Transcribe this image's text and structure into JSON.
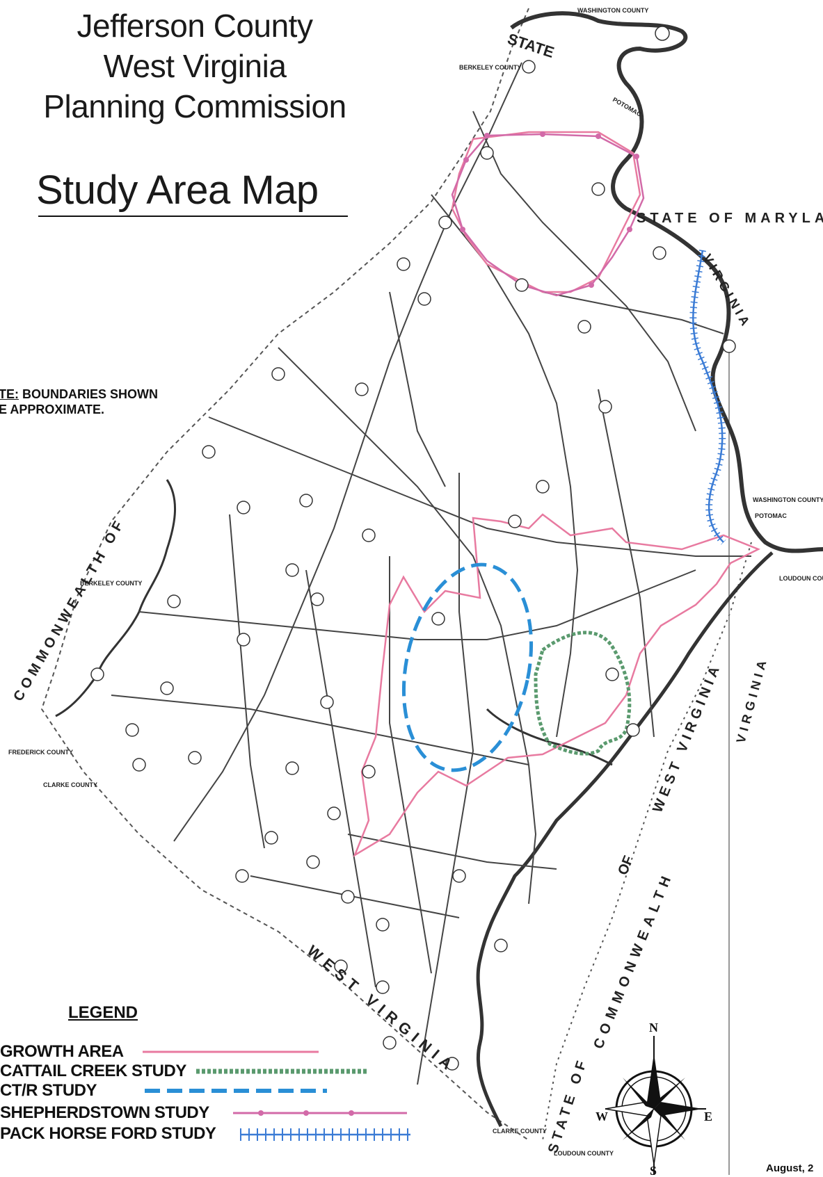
{
  "title": {
    "line1": "Jefferson County",
    "line2": "West Virginia",
    "line3": "Planning Commission"
  },
  "map_title": "Study Area Map",
  "note": {
    "prefix": "TE:",
    "line1_rest": " BOUNDARIES SHOWN",
    "line2": "E APPROXIMATE."
  },
  "legend": {
    "title": "LEGEND",
    "items": [
      {
        "label": "GROWTH AREA",
        "color": "#e87aa0",
        "style": "solid"
      },
      {
        "label": "CATTAIL CREEK STUDY",
        "color": "#5a9a6e",
        "style": "squares"
      },
      {
        "label": "CT/R STUDY",
        "color": "#2a8fd6",
        "style": "dashed"
      },
      {
        "label": "SHEPHERDSTOWN  STUDY",
        "color": "#d26aa8",
        "style": "dotted-line"
      },
      {
        "label": "PACK HORSE FORD STUDY",
        "color": "#3a7bd5",
        "style": "ticks"
      }
    ]
  },
  "date": "August, 2",
  "compass": {
    "n": "N",
    "s": "S",
    "e": "E",
    "w": "W"
  },
  "labels": {
    "washington_county_top": "WASHINGTON COUNTY",
    "berkeley_county_top": "BERKELEY COUNTY",
    "washington_county_right": "WASHINGTON COUNTY",
    "loudoun_county_right": "LOUDOUN COUNTY",
    "berkeley_county_left": "BERKELEY COUNTY",
    "frederick_county": "FREDERICK COUNTY",
    "clarke_county_left": "CLARKE COUNTY",
    "clarke_county_bottom": "CLARKE COUNTY",
    "loudoun_county_bottom": "LOUDOUN COUNTY",
    "potomac_top": "POTOMAC",
    "potomac_right": "POTOMAC"
  },
  "state_text": {
    "state_top": "STATE",
    "state_of_maryland": "STATE OF MARYLAND",
    "virginia_top": "VIRGINIA",
    "commonwealth_left": "COMMONWEALTH OF",
    "west_virginia_left": "WEST VIRGINIA",
    "commonwealth_right": "COMMONWEALTH",
    "of_right": "OF",
    "west_virginia_right": "WEST VIRGINIA",
    "virginia_right": "VIRGINIA",
    "state_of_bottom": "STATE OF"
  },
  "colors": {
    "river": "#333333",
    "road": "#444444",
    "growth": "#e87aa0",
    "cattail": "#5a9a6e",
    "ctr": "#2a8fd6",
    "shepherdstown": "#d26aa8",
    "packhorse": "#3a7bd5"
  }
}
